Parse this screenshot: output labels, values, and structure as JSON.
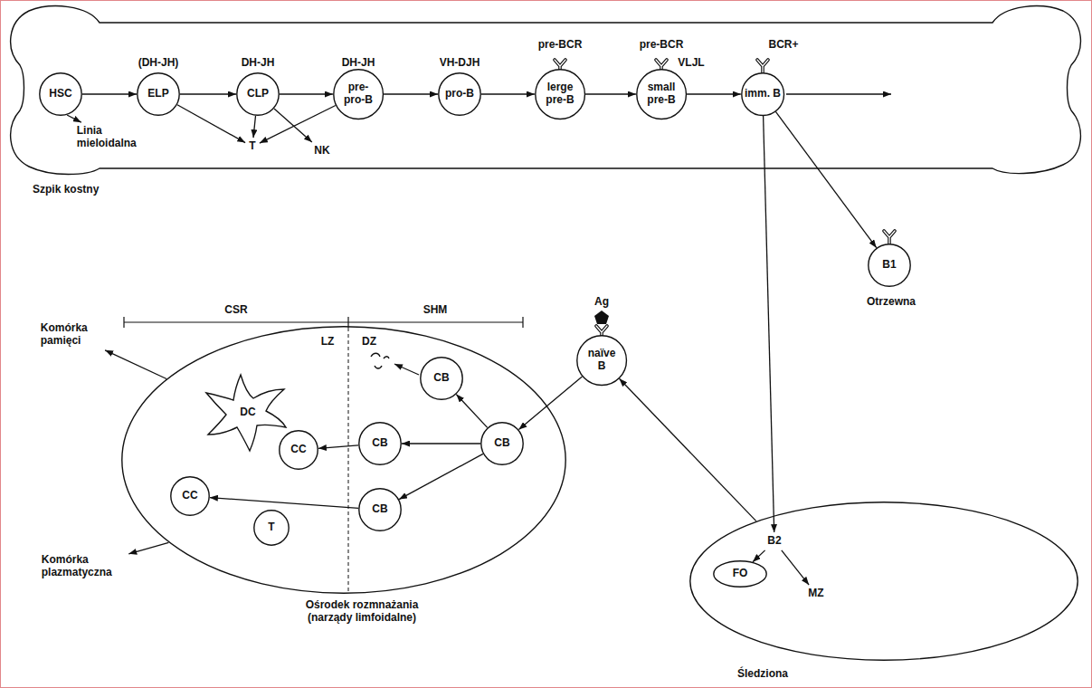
{
  "diagram": {
    "nodes": [
      {
        "text": [
          "Szpik kostny"
        ]
      },
      {
        "text": [
          "HSC"
        ],
        "in": 0
      },
      {
        "text": [
          "ELP",
          "(DH-JH)"
        ],
        "in": 0
      },
      {
        "text": [
          "CLP",
          "DH-JH"
        ],
        "in": 0
      },
      {
        "text": [
          "pre- pro-B",
          "DH-JH"
        ],
        "in": 0
      },
      {
        "text": [
          "pro-B",
          "VH-DJH"
        ],
        "in": 0
      },
      {
        "text": [
          "lerge pre-B",
          "pre-BCR"
        ],
        "in": 0
      },
      {
        "text": [
          "small pre-B",
          "pre-BCR",
          "VLJL"
        ],
        "in": 0
      },
      {
        "text": [
          "imm. B",
          "BCR+"
        ],
        "in": 0
      },
      {
        "text": [
          "Linia mieloidalna"
        ],
        "in": 0
      },
      {
        "text": [
          "T"
        ],
        "in": 0
      },
      {
        "text": [
          "NK"
        ],
        "in": 0
      },
      {
        "text": [
          "B1",
          "Otrzewna"
        ]
      },
      {
        "text": [
          "naïve B"
        ]
      },
      {
        "text": [
          "LZ",
          "DZ",
          "Ośrodek rozmnażania (narządy limfoidalne)"
        ]
      },
      {
        "text": [
          "DC"
        ],
        "in": 14
      },
      {
        "text": [
          "CC"
        ],
        "in": 14
      },
      {
        "text": [
          "CC"
        ],
        "in": 14
      },
      {
        "text": [
          "T"
        ],
        "in": 14
      },
      {
        "text": [
          "CB"
        ],
        "in": 14
      },
      {
        "text": [
          "CB"
        ],
        "in": 14
      },
      {
        "text": [
          "CB"
        ],
        "in": 14
      },
      {
        "text": [
          "CB"
        ],
        "in": 14
      },
      {
        "text": [
          "Komórka pamięci"
        ]
      },
      {
        "text": [
          "Komórka plazmatyczna"
        ]
      },
      {
        "text": [
          "Śledziona"
        ]
      },
      {
        "text": [
          "B2"
        ],
        "in": 25
      },
      {
        "text": [
          "FO"
        ],
        "in": 25
      },
      {
        "text": [
          "MZ"
        ],
        "in": 25
      }
    ],
    "edges": [
      {
        "from": 1,
        "to": 2,
        "arrow": "to"
      },
      {
        "from": 1,
        "to": 9,
        "arrow": "to"
      },
      {
        "from": 2,
        "to": 3,
        "arrow": "to"
      },
      {
        "from": 3,
        "to": 4,
        "arrow": "to"
      },
      {
        "from": 4,
        "to": 5,
        "arrow": "to"
      },
      {
        "from": 5,
        "to": 6,
        "arrow": "to"
      },
      {
        "from": 6,
        "to": 7,
        "arrow": "to"
      },
      {
        "from": 7,
        "to": 8,
        "arrow": "to"
      },
      {
        "from": 2,
        "to": 10,
        "arrow": "to"
      },
      {
        "from": 3,
        "to": 10,
        "arrow": "to"
      },
      {
        "from": 4,
        "to": 10,
        "arrow": "to"
      },
      {
        "from": 3,
        "to": 11,
        "arrow": "to"
      },
      {
        "from": 8,
        "to": 12,
        "arrow": "to"
      },
      {
        "from": 8,
        "to": 26,
        "arrow": "to"
      },
      {
        "from": 26,
        "to": 27,
        "arrow": "to"
      },
      {
        "from": 26,
        "to": 28,
        "arrow": "to"
      },
      {
        "from": 25,
        "to": 13,
        "arrow": "to"
      },
      {
        "from": 13,
        "to": 19,
        "arrow": "to"
      },
      {
        "from": 19,
        "to": 20,
        "arrow": "to"
      },
      {
        "from": 19,
        "to": 21,
        "arrow": "to"
      },
      {
        "from": 19,
        "to": 22,
        "arrow": "to"
      },
      {
        "from": 21,
        "to": 16,
        "arrow": "to"
      },
      {
        "from": 22,
        "to": 17,
        "arrow": "to"
      },
      {
        "from": 14,
        "to": 23,
        "arrow": "to"
      },
      {
        "from": 14,
        "to": 24,
        "arrow": "to"
      }
    ],
    "labels": [
      "Ag",
      "CSR",
      "SHM"
    ]
  }
}
